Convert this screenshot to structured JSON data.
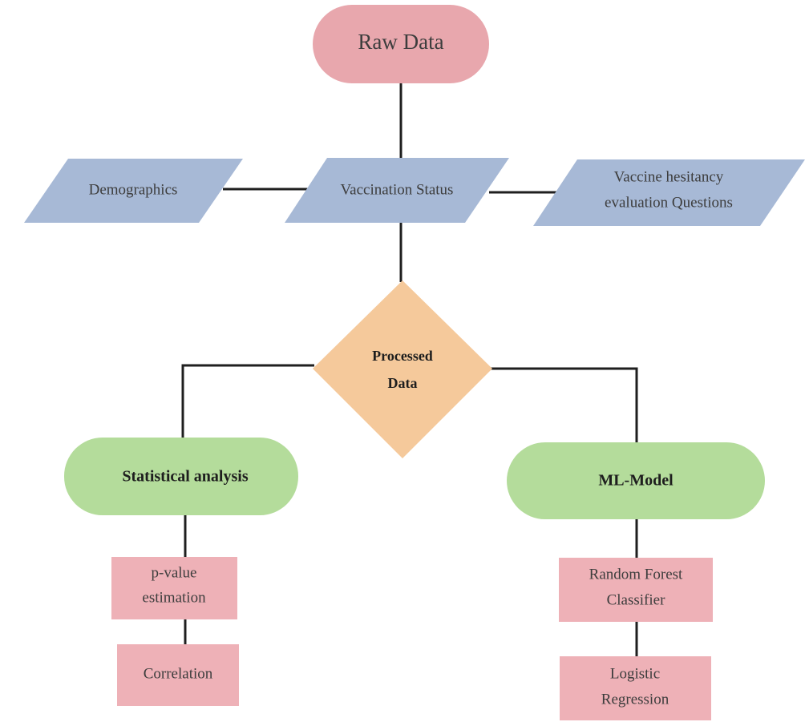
{
  "nodes": {
    "raw_data": {
      "label": "Raw Data"
    },
    "demographics": {
      "label": "Demographics"
    },
    "vaccination_status": {
      "label": "Vaccination Status"
    },
    "vaccine_hesitancy": {
      "line1": "Vaccine hesitancy",
      "line2": "evaluation Questions"
    },
    "processed_data": {
      "line1": "Processed",
      "line2": "Data"
    },
    "statistical_analysis": {
      "label": "Statistical analysis"
    },
    "ml_model": {
      "label": "ML-Model"
    },
    "p_value": {
      "line1": "p-value",
      "line2": "estimation"
    },
    "correlation": {
      "label": "Correlation"
    },
    "random_forest": {
      "line1": "Random Forest",
      "line2": "Classifier"
    },
    "logistic_regression": {
      "line1": "Logistic",
      "line2": "Regression"
    }
  },
  "colors": {
    "terminal_pink": "#e8a7ad",
    "input_blue": "#a7b9d6",
    "decision_orange": "#f5c99b",
    "analysis_green": "#b4dc9b",
    "step_pink": "#eeb1b7",
    "connector": "#1f1f1f"
  }
}
